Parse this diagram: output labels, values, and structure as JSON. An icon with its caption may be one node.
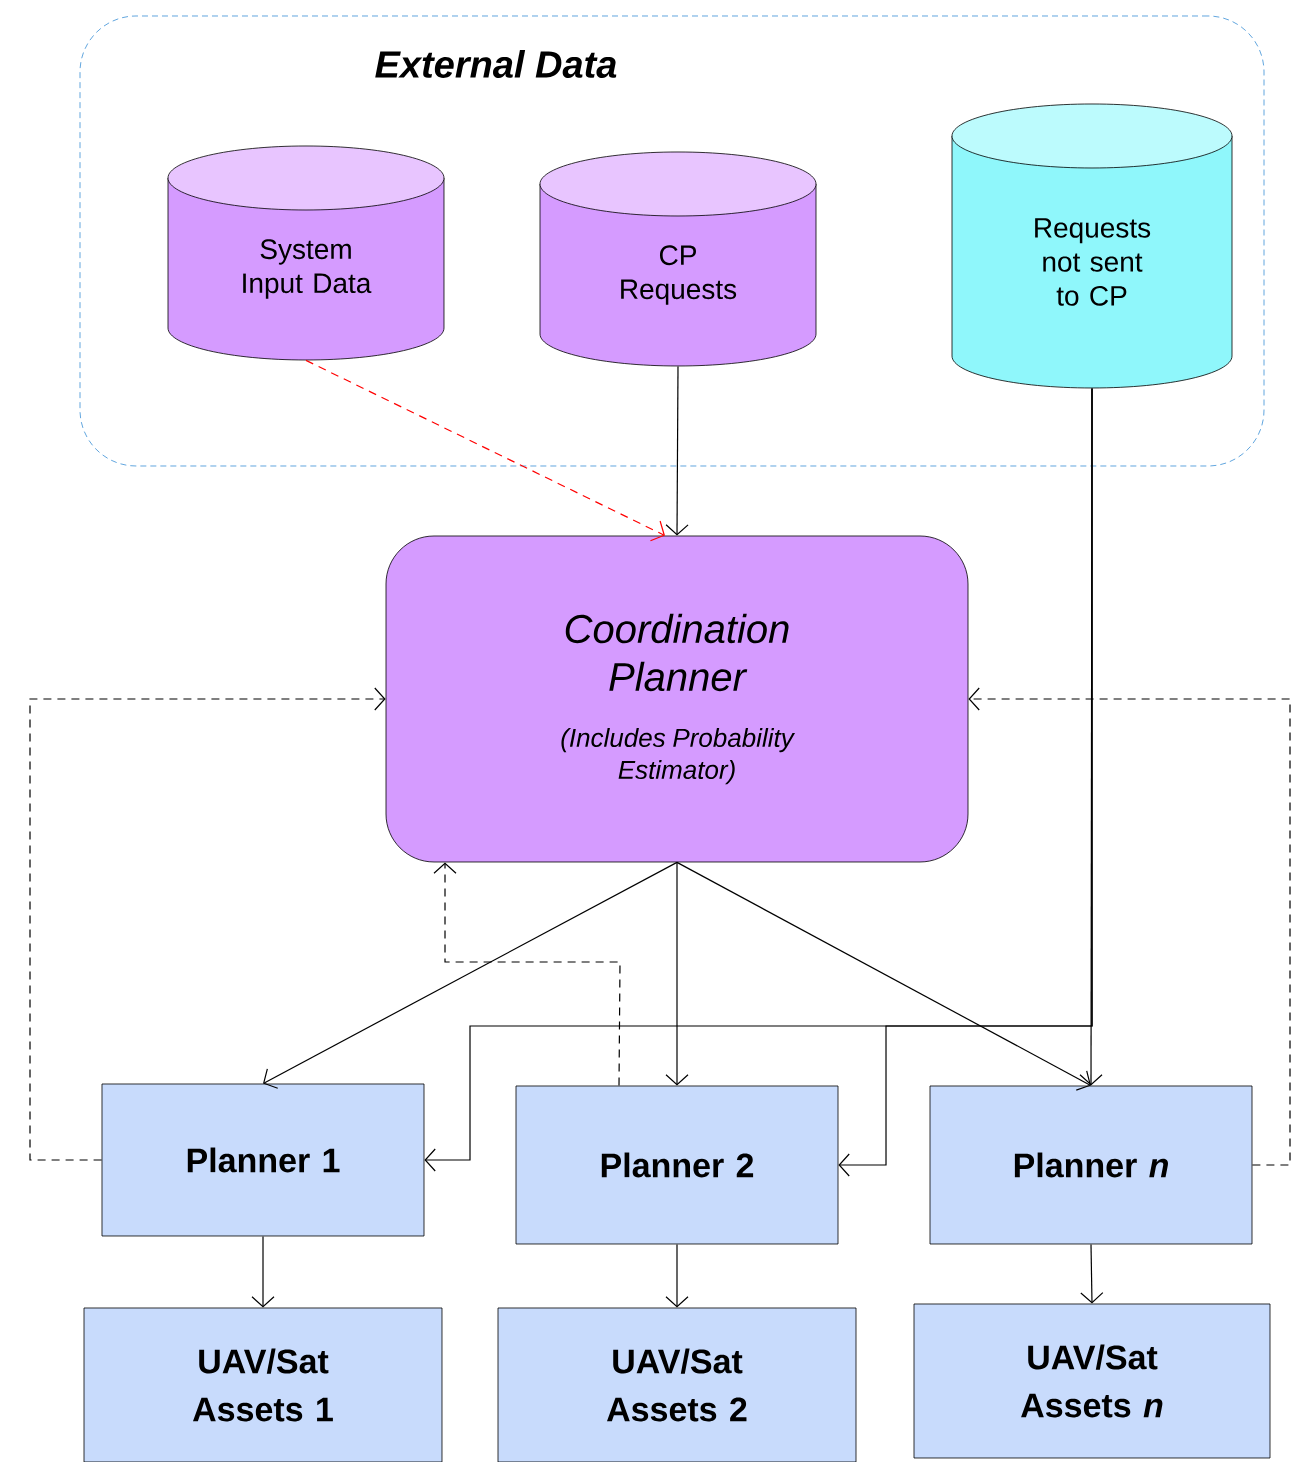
{
  "diagram": {
    "nodes": [
      {
        "text": [
          "External Data"
        ]
      },
      {
        "text": [
          "System Input Data"
        ],
        "in": 0
      },
      {
        "text": [
          "CP Requests"
        ],
        "in": 0
      },
      {
        "text": [
          "Requests not sent to CP"
        ],
        "in": 0
      },
      {
        "text": [
          "Coordination Planner",
          "(Includes Probability Estimator)"
        ]
      },
      {
        "text": [
          "Planner 1"
        ]
      },
      {
        "text": [
          "Planner 2"
        ]
      },
      {
        "text": [
          "Planner *n*"
        ]
      },
      {
        "text": [
          "UAV/Sat Assets 1"
        ]
      },
      {
        "text": [
          "UAV/Sat Assets 2"
        ]
      },
      {
        "text": [
          "UAV/Sat Assets *n*"
        ]
      }
    ],
    "edges": [
      {
        "from": 1,
        "to": 4,
        "arrow": "to",
        "style": "dashed",
        "color": "#ff0000"
      },
      {
        "from": 2,
        "to": 4,
        "arrow": "to"
      },
      {
        "from": 4,
        "to": 5,
        "arrow": "to"
      },
      {
        "from": 4,
        "to": 6,
        "arrow": "to"
      },
      {
        "from": 4,
        "to": 7,
        "arrow": "to"
      },
      {
        "from": 3,
        "to": 5,
        "arrow": "to"
      },
      {
        "from": 3,
        "to": 6,
        "arrow": "to"
      },
      {
        "from": 3,
        "to": 7,
        "arrow": "to"
      },
      {
        "from": 5,
        "to": 4,
        "arrow": "to",
        "style": "dashed"
      },
      {
        "from": 6,
        "to": 4,
        "arrow": "to",
        "style": "dashed"
      },
      {
        "from": 7,
        "to": 4,
        "arrow": "to",
        "style": "dashed"
      },
      {
        "from": 5,
        "to": 8,
        "arrow": "to"
      },
      {
        "from": 6,
        "to": 9,
        "arrow": "to"
      },
      {
        "from": 7,
        "to": 10,
        "arrow": "to"
      }
    ]
  }
}
